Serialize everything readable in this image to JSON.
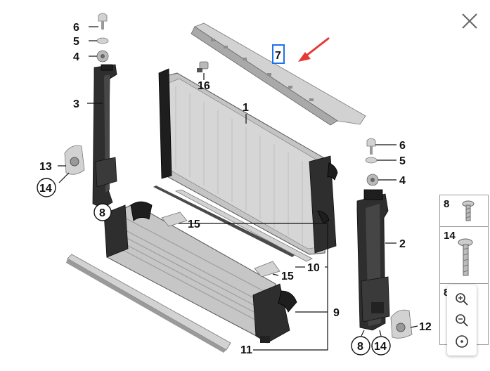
{
  "labels": {
    "p1": "1",
    "p2": "2",
    "p3": "3",
    "p4a": "4",
    "p4b": "4",
    "p5a": "5",
    "p5b": "5",
    "p6a": "6",
    "p6b": "6",
    "p7": "7",
    "p8a": "8",
    "p8b": "8",
    "p9": "9",
    "p10": "10",
    "p11": "11",
    "p12": "12",
    "p13": "13",
    "p14a": "14",
    "p14b": "14",
    "p15a": "15",
    "p15b": "15",
    "p16": "16"
  },
  "side_panel": {
    "item1": "8",
    "item2": "14",
    "item3": "8"
  },
  "highlight_color": "#1a73e8",
  "arrow_color": "#e53935",
  "icons": {
    "close": "close-icon",
    "zoom_in": "zoom-in-icon",
    "zoom_out": "zoom-out-icon",
    "reset": "zoom-reset-icon"
  }
}
